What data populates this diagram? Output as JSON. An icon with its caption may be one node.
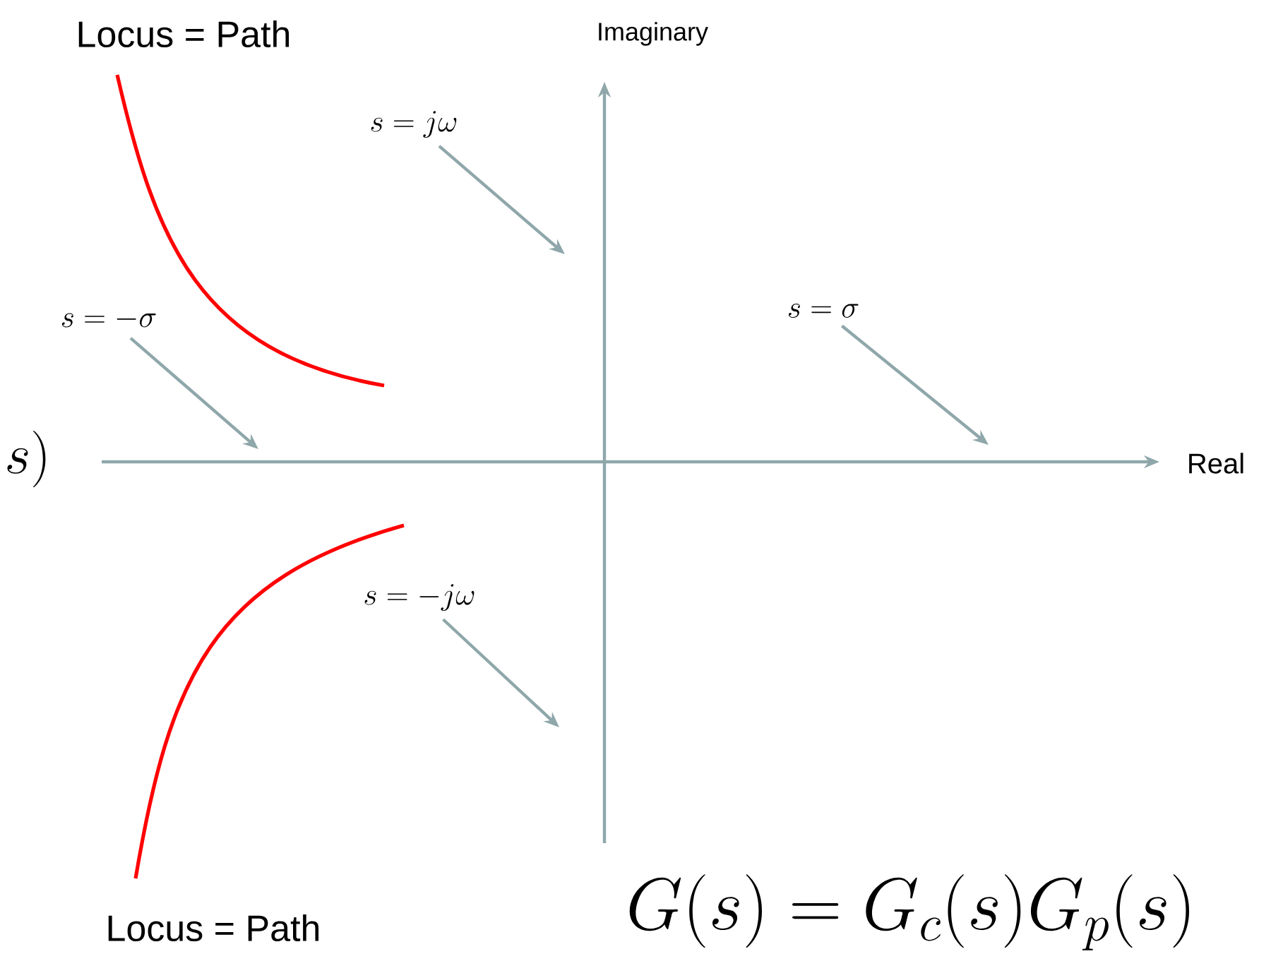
{
  "diagram": {
    "nodes": [
      {
        "text": [
          "s = j\\omega"
        ]
      },
      {
        "text": [
          "s = -\\sigma"
        ]
      },
      {
        "text": [
          "s = \\sigma"
        ]
      },
      {
        "text": [
          "s = -j\\omega"
        ]
      }
    ],
    "edges": [
      {
        "from": 0,
        "to": null,
        "arrow": "to"
      },
      {
        "from": 1,
        "to": null,
        "arrow": "to"
      },
      {
        "from": 2,
        "to": null,
        "arrow": "to"
      },
      {
        "from": 3,
        "to": null,
        "arrow": "to"
      }
    ],
    "labels": [
      "Locus = Path",
      "Imaginary",
      "s)",
      "Real",
      "Locus = Path",
      "G(s) = G_c(s)G_p(s)"
    ]
  }
}
